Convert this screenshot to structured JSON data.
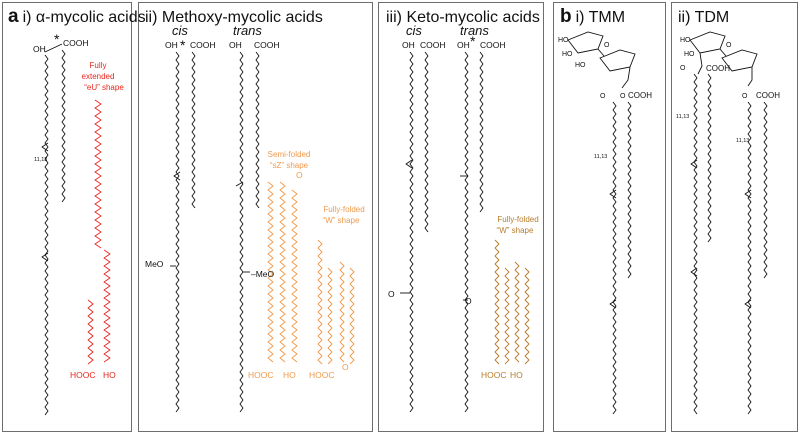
{
  "panels": [
    {
      "letter": "a",
      "title": "i) α-mycolic acids"
    },
    {
      "letter": "",
      "title": "ii) Methoxy-mycolic acids"
    },
    {
      "letter": "",
      "title": "iii) Keto-mycolic acids"
    },
    {
      "letter": "b",
      "title": "i) TMM"
    },
    {
      "letter": "",
      "title": "ii) TDM"
    }
  ],
  "labels": {
    "oh": "OH",
    "ho": "HO",
    "cooh": "COOH",
    "hooc": "HOOC",
    "star": "*",
    "position": "11,13",
    "meo": "MeO",
    "meo_dash": "–MeO",
    "o": "O",
    "cis": "cis",
    "trans": "trans",
    "fully_extended": [
      "Fully",
      "extended",
      "“eU” shape"
    ],
    "semi_folded": [
      "Semi-folded",
      "“sZ” shape"
    ],
    "fully_folded": [
      "Fully-folded",
      "“W” shape"
    ]
  },
  "colors": {
    "extended": "#e8261e",
    "methoxy_folded": "#f29a4c",
    "keto_folded": "#b87d2c",
    "structure": "#111111",
    "border": "#6e6e6e"
  }
}
